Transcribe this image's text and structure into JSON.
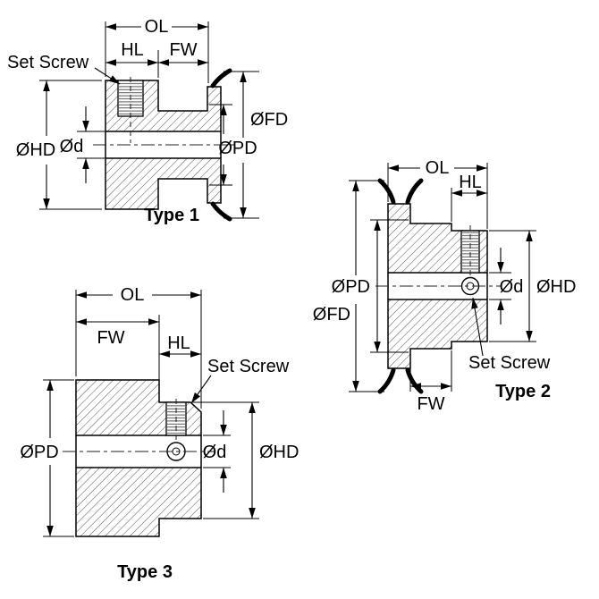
{
  "colors": {
    "caption": "#2233cc",
    "line": "#000000",
    "background": "#ffffff"
  },
  "type1": {
    "caption": "Type 1",
    "ol": "OL",
    "hl": "HL",
    "fw": "FW",
    "set_screw": "Set Screw",
    "fd": "ØFD",
    "pd": "ØPD",
    "hd": "ØHD",
    "d": "Ød"
  },
  "type2": {
    "caption": "Type 2",
    "ol": "OL",
    "hl": "HL",
    "fw": "FW",
    "set_screw": "Set Screw",
    "fd": "ØFD",
    "pd": "ØPD",
    "hd": "ØHD",
    "d": "Ød"
  },
  "type3": {
    "caption": "Type 3",
    "ol": "OL",
    "hl": "HL",
    "fw": "FW",
    "set_screw": "Set Screw",
    "pd": "ØPD",
    "hd": "ØHD",
    "d": "Ød"
  }
}
